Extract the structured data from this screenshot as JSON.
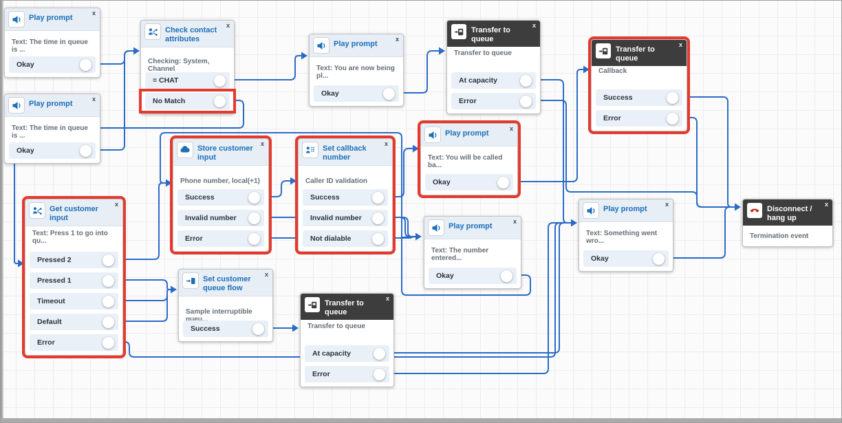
{
  "close_label": "x",
  "colors": {
    "accent_blue": "#1a6fb9",
    "connector_blue": "#2b6bc8",
    "highlight_red": "#e43a2e",
    "header_dark": "#3d3d3d",
    "row_bg": "#e9f0f8",
    "disconnect_icon_red": "#c7251c"
  },
  "nodes": [
    {
      "name": "play-prompt-1",
      "title": "Play prompt",
      "icon": "speaker-icon",
      "desc": "Text: The time in queue is ...",
      "outputs": [
        "Okay"
      ],
      "variant": "light",
      "highlighted": false
    },
    {
      "name": "play-prompt-2",
      "title": "Play prompt",
      "icon": "speaker-icon",
      "desc": "Text: The time in queue is ...",
      "outputs": [
        "Okay"
      ],
      "variant": "light",
      "highlighted": false
    },
    {
      "name": "check-contact-attributes",
      "title": "Check contact attributes",
      "icon": "branch-person-icon",
      "desc": "Checking: System, Channel",
      "outputs": [
        "= CHAT",
        "No Match"
      ],
      "variant": "light",
      "highlighted": false,
      "highlighted_output": "No Match"
    },
    {
      "name": "play-prompt-3",
      "title": "Play prompt",
      "icon": "speaker-icon",
      "desc": "Text: You are now being pl...",
      "outputs": [
        "Okay"
      ],
      "variant": "light",
      "highlighted": false
    },
    {
      "name": "transfer-to-queue-1",
      "title": "Transfer to queue",
      "icon": "transfer-queue-icon",
      "desc": "Transfer to queue",
      "outputs": [
        "At capacity",
        "Error"
      ],
      "variant": "dark",
      "highlighted": false
    },
    {
      "name": "transfer-to-queue-callback",
      "title": "Transfer to queue",
      "icon": "transfer-queue-icon",
      "desc": "Callback",
      "outputs": [
        "Success",
        "Error"
      ],
      "variant": "dark",
      "highlighted": true
    },
    {
      "name": "store-customer-input",
      "title": "Store customer input",
      "icon": "cloud-icon",
      "desc": "Phone number, local(+1)",
      "outputs": [
        "Success",
        "Invalid number",
        "Error"
      ],
      "variant": "light",
      "highlighted": true
    },
    {
      "name": "set-callback-number",
      "title": "Set callback number",
      "icon": "callback-number-icon",
      "desc": "Caller ID validation",
      "outputs": [
        "Success",
        "Invalid number",
        "Not dialable"
      ],
      "variant": "light",
      "highlighted": true
    },
    {
      "name": "play-prompt-4",
      "title": "Play prompt",
      "icon": "speaker-icon",
      "desc": "Text: You will be called ba...",
      "outputs": [
        "Okay"
      ],
      "variant": "light",
      "highlighted": true
    },
    {
      "name": "get-customer-input",
      "title": "Get customer input",
      "icon": "branch-person-icon",
      "desc": "Text: Press 1 to go into qu...",
      "outputs": [
        "Pressed 2",
        "Pressed 1",
        "Timeout",
        "Default",
        "Error"
      ],
      "variant": "light",
      "highlighted": true
    },
    {
      "name": "set-customer-queue-flow",
      "title": "Set customer queue flow",
      "icon": "queue-flow-icon",
      "desc": "Sample interruptible queu...",
      "outputs": [
        "Success"
      ],
      "variant": "light",
      "highlighted": false
    },
    {
      "name": "transfer-to-queue-2",
      "title": "Transfer to queue",
      "icon": "transfer-queue-icon",
      "desc": "Transfer to queue",
      "outputs": [
        "At capacity",
        "Error"
      ],
      "variant": "dark",
      "highlighted": false
    },
    {
      "name": "play-prompt-5",
      "title": "Play prompt",
      "icon": "speaker-icon",
      "desc": "Text: The number entered...",
      "outputs": [
        "Okay"
      ],
      "variant": "light",
      "highlighted": false
    },
    {
      "name": "play-prompt-6",
      "title": "Play prompt",
      "icon": "speaker-icon",
      "desc": "Text: Something went wro...",
      "outputs": [
        "Okay"
      ],
      "variant": "light",
      "highlighted": false
    },
    {
      "name": "disconnect-hang-up",
      "title": "Disconnect / hang up",
      "icon": "phone-down-icon",
      "desc": "Termination event",
      "outputs": [],
      "variant": "dark",
      "highlighted": false
    }
  ]
}
